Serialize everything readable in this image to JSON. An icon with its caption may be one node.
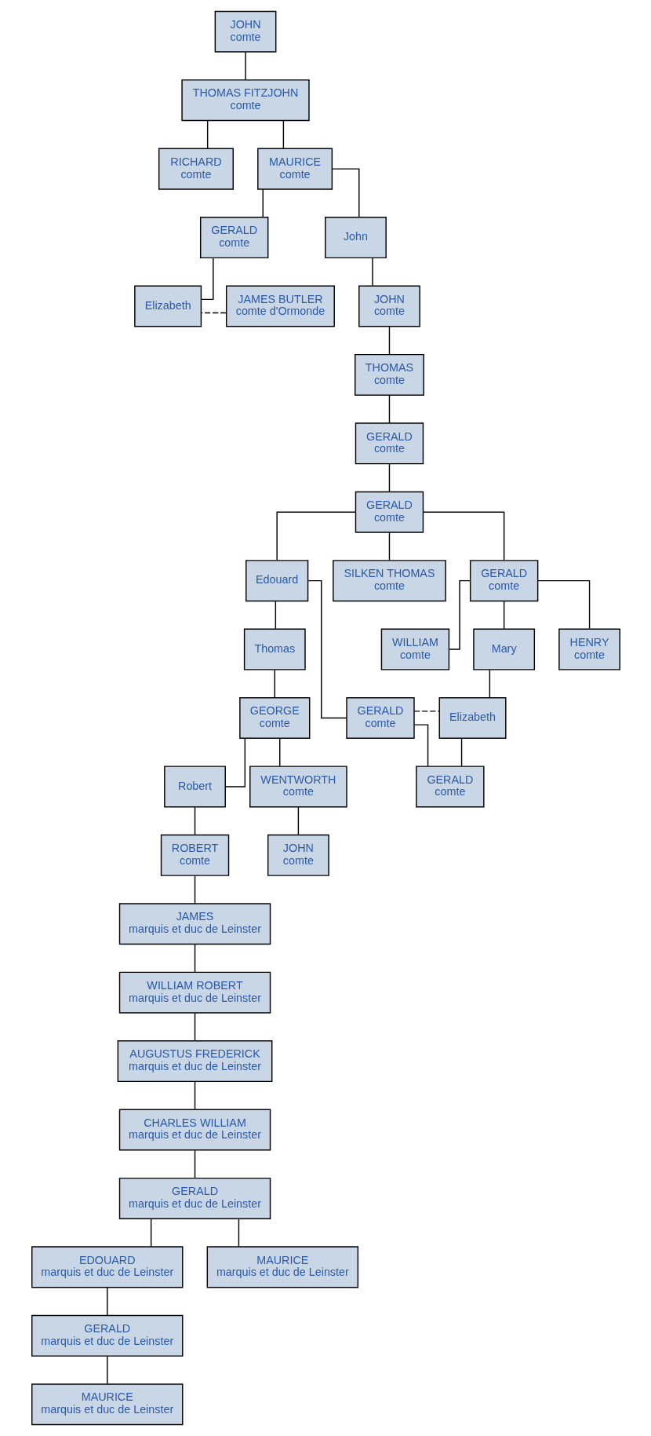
{
  "diagram": {
    "nodes": [
      {
        "text": [
          "JOHN",
          "comte"
        ]
      },
      {
        "text": [
          "THOMAS FITZJOHN",
          "comte"
        ]
      },
      {
        "text": [
          "RICHARD",
          "comte"
        ]
      },
      {
        "text": [
          "MAURICE",
          "comte"
        ]
      },
      {
        "text": [
          "GERALD",
          "comte"
        ]
      },
      {
        "text": [
          "John"
        ]
      },
      {
        "text": [
          "JAMES BUTLER",
          "comte d'Ormonde"
        ]
      },
      {
        "text": [
          "Elizabeth"
        ]
      },
      {
        "text": [
          "JOHN",
          "comte"
        ]
      },
      {
        "text": [
          "THOMAS",
          "comte"
        ]
      },
      {
        "text": [
          "GERALD",
          "comte"
        ]
      },
      {
        "text": [
          "GERALD",
          "comte"
        ]
      },
      {
        "text": [
          "Edouard"
        ]
      },
      {
        "text": [
          "SILKEN THOMAS",
          "comte"
        ]
      },
      {
        "text": [
          "GERALD",
          "comte"
        ]
      },
      {
        "text": [
          "Thomas"
        ]
      },
      {
        "text": [
          "Mary"
        ]
      },
      {
        "text": [
          "HENRY",
          "comte"
        ]
      },
      {
        "text": [
          "WILLIAM",
          "comte"
        ]
      },
      {
        "text": [
          "GEORGE",
          "comte"
        ]
      },
      {
        "text": [
          "GERALD",
          "comte"
        ]
      },
      {
        "text": [
          "Elizabeth"
        ]
      },
      {
        "text": [
          "Robert"
        ]
      },
      {
        "text": [
          "WENTWORTH",
          "comte"
        ]
      },
      {
        "text": [
          "GERALD",
          "comte"
        ]
      },
      {
        "text": [
          "ROBERT",
          "comte"
        ]
      },
      {
        "text": [
          "JOHN",
          "comte"
        ]
      },
      {
        "text": [
          "JAMES",
          "marquis et duc de Leinster"
        ]
      },
      {
        "text": [
          "WILLIAM ROBERT",
          "marquis et duc de Leinster"
        ]
      },
      {
        "text": [
          "AUGUSTUS FREDERICK",
          "marquis et duc de Leinster"
        ]
      },
      {
        "text": [
          "CHARLES WILLIAM",
          "marquis et duc de Leinster"
        ]
      },
      {
        "text": [
          "GERALD",
          "marquis et duc de Leinster"
        ]
      },
      {
        "text": [
          "EDOUARD",
          "marquis et duc de Leinster"
        ]
      },
      {
        "text": [
          "MAURICE",
          "marquis et duc de Leinster"
        ]
      },
      {
        "text": [
          "GERALD",
          "marquis et duc de Leinster"
        ]
      },
      {
        "text": [
          "MAURICE",
          "marquis et duc de Leinster"
        ]
      }
    ],
    "edges": [
      {
        "from": 0,
        "to": 1,
        "arrow": "none"
      },
      {
        "from": 1,
        "to": 2,
        "arrow": "none"
      },
      {
        "from": 1,
        "to": 3,
        "arrow": "none"
      },
      {
        "from": 3,
        "to": 4,
        "arrow": "none"
      },
      {
        "from": 3,
        "to": 5,
        "arrow": "none"
      },
      {
        "from": 4,
        "to": 7,
        "arrow": "none"
      },
      {
        "from": 6,
        "to": 7,
        "arrow": "none",
        "style": "dashed"
      },
      {
        "from": 5,
        "to": 8,
        "arrow": "none"
      },
      {
        "from": 8,
        "to": 9,
        "arrow": "none"
      },
      {
        "from": 9,
        "to": 10,
        "arrow": "none"
      },
      {
        "from": 10,
        "to": 11,
        "arrow": "none"
      },
      {
        "from": 11,
        "to": 12,
        "arrow": "none"
      },
      {
        "from": 11,
        "to": 13,
        "arrow": "none"
      },
      {
        "from": 11,
        "to": 14,
        "arrow": "none"
      },
      {
        "from": 12,
        "to": 15,
        "arrow": "none"
      },
      {
        "from": 12,
        "to": 20,
        "arrow": "none"
      },
      {
        "from": 14,
        "to": 16,
        "arrow": "none"
      },
      {
        "from": 14,
        "to": 17,
        "arrow": "none"
      },
      {
        "from": 14,
        "to": 18,
        "arrow": "none"
      },
      {
        "from": 15,
        "to": 19,
        "arrow": "none"
      },
      {
        "from": 16,
        "to": 21,
        "arrow": "none"
      },
      {
        "from": 19,
        "to": 22,
        "arrow": "none"
      },
      {
        "from": 19,
        "to": 23,
        "arrow": "none"
      },
      {
        "from": 20,
        "to": 21,
        "arrow": "none",
        "style": "dashed"
      },
      {
        "from": 20,
        "to": 24,
        "arrow": "none"
      },
      {
        "from": 21,
        "to": 24,
        "arrow": "none"
      },
      {
        "from": 22,
        "to": 25,
        "arrow": "none"
      },
      {
        "from": 23,
        "to": 26,
        "arrow": "none"
      },
      {
        "from": 25,
        "to": 27,
        "arrow": "none"
      },
      {
        "from": 27,
        "to": 28,
        "arrow": "none"
      },
      {
        "from": 28,
        "to": 29,
        "arrow": "none"
      },
      {
        "from": 29,
        "to": 30,
        "arrow": "none"
      },
      {
        "from": 30,
        "to": 31,
        "arrow": "none"
      },
      {
        "from": 31,
        "to": 32,
        "arrow": "none"
      },
      {
        "from": 31,
        "to": 33,
        "arrow": "none"
      },
      {
        "from": 32,
        "to": 34,
        "arrow": "none"
      },
      {
        "from": 34,
        "to": 35,
        "arrow": "none"
      }
    ]
  }
}
